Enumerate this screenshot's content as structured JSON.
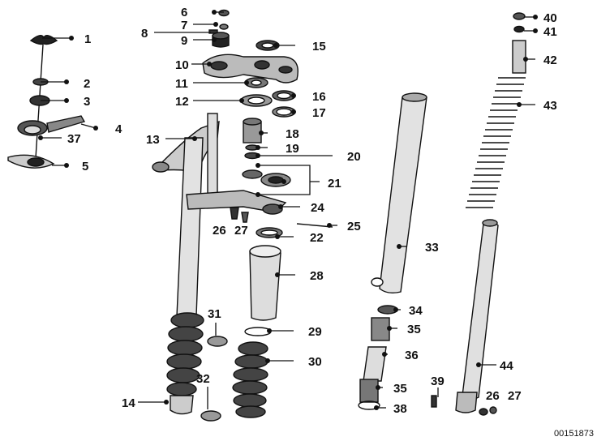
{
  "diagram": {
    "document_id": "00151873",
    "callouts": [
      "1",
      "2",
      "3",
      "4",
      "5",
      "6",
      "7",
      "8",
      "9",
      "10",
      "11",
      "12",
      "13",
      "14",
      "15",
      "16",
      "17",
      "18",
      "19",
      "20",
      "21",
      "22",
      "24",
      "25",
      "26",
      "27",
      "28",
      "29",
      "30",
      "31",
      "32",
      "33",
      "34",
      "35",
      "35",
      "36",
      "37",
      "38",
      "39",
      "40",
      "41",
      "42",
      "43",
      "44",
      "26",
      "27"
    ]
  },
  "colors": {
    "ink": "#111111",
    "paper": "#ffffff",
    "part_fill": "#e8e8e8"
  }
}
